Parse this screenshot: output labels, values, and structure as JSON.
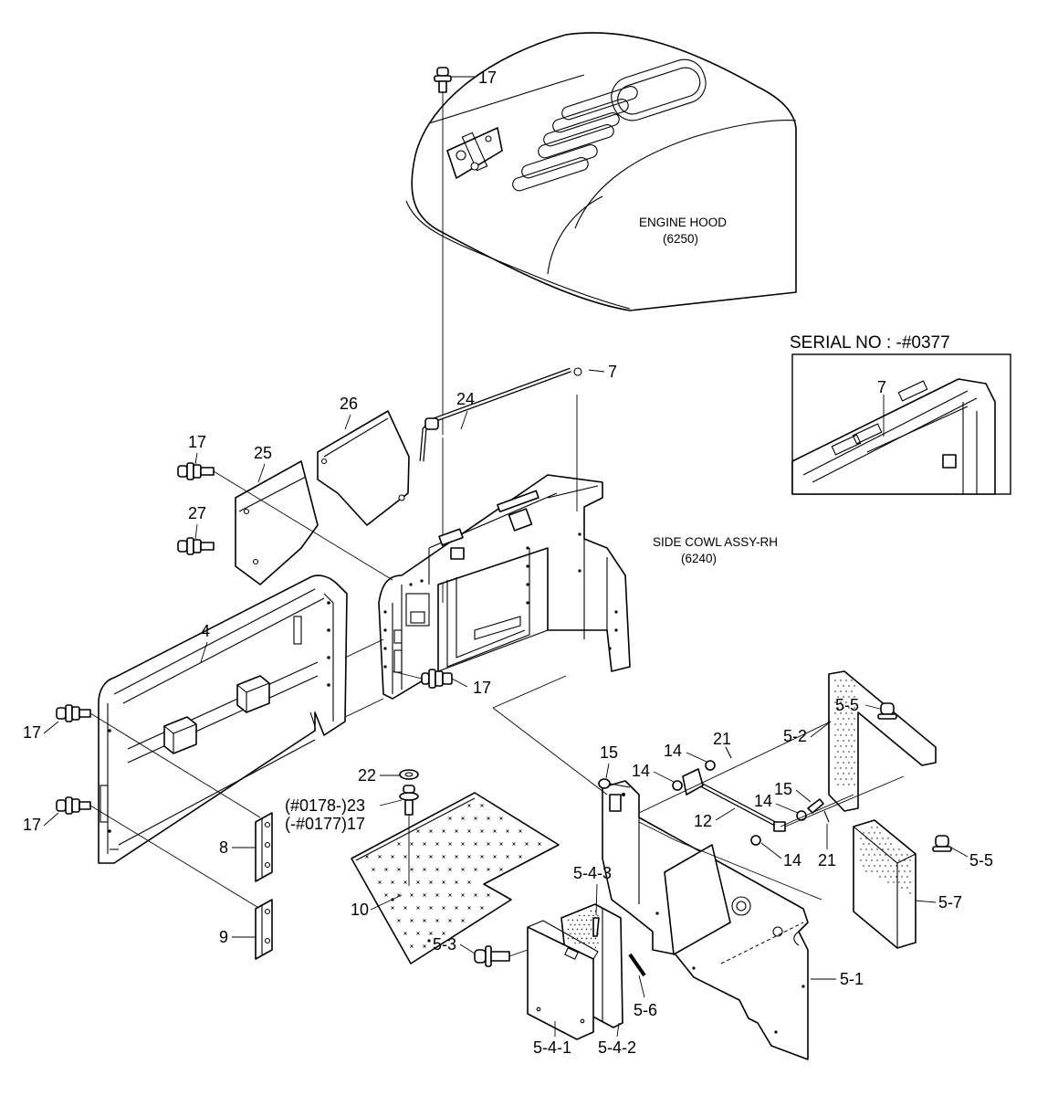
{
  "notes": {
    "engine_hood": "ENGINE HOOD",
    "engine_hood_ref": "(6250)",
    "side_cowl": "SIDE COWL ASSY-RH",
    "side_cowl_ref": "(6240)",
    "serial": "SERIAL NO : -#0377",
    "inset_callout": "7"
  },
  "callouts": {
    "c17_top": "17",
    "c7": "7",
    "c24": "24",
    "c26": "26",
    "c25": "25",
    "c17_left": "17",
    "c27": "27",
    "c4": "4",
    "c17_mid": "17",
    "c17_side1": "17",
    "c17_side2": "17",
    "c8": "8",
    "c9": "9",
    "c22": "22",
    "c23_variant": "(#0178-)23",
    "c17_variant": "(-#0177)17",
    "c10": "10",
    "c15a": "15",
    "c14a": "14",
    "c14b": "14",
    "c21a": "21",
    "c12": "12",
    "c15b": "15",
    "c14c": "14",
    "c14d": "14",
    "c21b": "21",
    "c55a": "5-5",
    "c52": "5-2",
    "c55b": "5-5",
    "c57": "5-7",
    "c543": "5-4-3",
    "c53": "5-3",
    "c56": "5-6",
    "c51": "5-1",
    "c541": "5-4-1",
    "c542": "5-4-2"
  }
}
